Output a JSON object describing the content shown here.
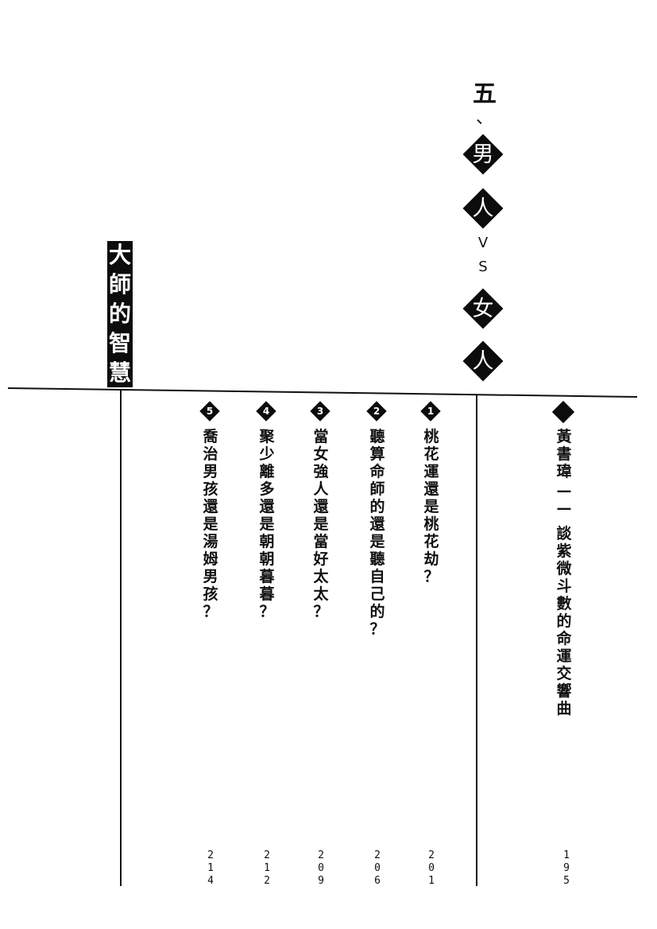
{
  "book_title": [
    "大",
    "師",
    "的",
    "智",
    "慧"
  ],
  "chapter": {
    "number": "五",
    "comma": "、",
    "title_top": [
      "男",
      "人"
    ],
    "vs": [
      "V",
      "S"
    ],
    "title_bottom": [
      "女",
      "人"
    ]
  },
  "feature": {
    "author": "黃書瑋",
    "dash": "——",
    "topic": "談紫微斗數的命運交響曲",
    "page": "195"
  },
  "entries": [
    {
      "num": "1",
      "title": "桃花運還是桃花劫？",
      "page": "201"
    },
    {
      "num": "2",
      "title": "聽算命師的還是聽自己的？",
      "page": "206"
    },
    {
      "num": "3",
      "title": "當女強人還是當好太太？",
      "page": "209"
    },
    {
      "num": "4",
      "title": "聚少離多還是朝朝暮暮？",
      "page": "212"
    },
    {
      "num": "5",
      "title": "喬治男孩還是湯姆男孩？",
      "page": "214"
    }
  ]
}
